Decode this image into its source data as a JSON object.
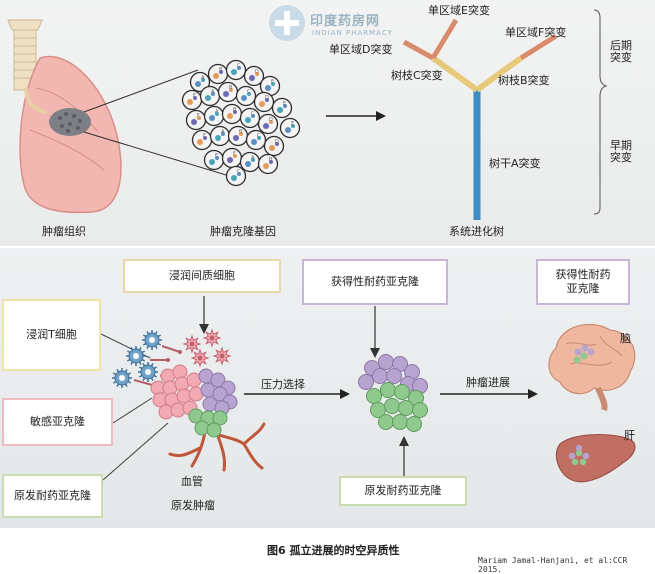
{
  "watermark": {
    "name": "印度药房网",
    "sub": "INDIAN PHARMACY"
  },
  "top": {
    "lung_label": "肿瘤组织",
    "clone_label": "肿瘤克隆基因",
    "tree_label": "系统进化树",
    "branches": {
      "e": "单区域E突变",
      "d": "单区域D突变",
      "f": "单区域F突变",
      "c": "树枝C突变",
      "b": "树枝B突变",
      "a": "树干A突变"
    },
    "late_label": "后期\n突变",
    "early_label": "早期\n突变",
    "cell_letters": [
      "A",
      "B",
      "C",
      "D",
      "E",
      "F"
    ]
  },
  "bottom": {
    "stroma_box": "浸润间质细胞",
    "tcell_box": "浸润T细胞",
    "sensitive_box": "敏感亚克隆",
    "primary_res_box_left": "原发耐药亚克隆",
    "acquired_box": "获得性耐药亚克隆",
    "primary_res_box_mid": "原发耐药亚克隆",
    "acquired_box_right": "获得性耐药\n亚克隆",
    "vessel_label": "血管",
    "primary_tumor_label": "原发肿瘤",
    "pressure_label": "压力选择",
    "progress_label": "肿瘤进展",
    "brain_label": "脑",
    "liver_label": "肝"
  },
  "caption": "图6  孤立进展的时空异质性",
  "credit": "Mariam Jamal-Hanjani, et al:CCR 2015.",
  "colors": {
    "stroma_border": "#e8d9a8",
    "tcell_border": "#efe3a6",
    "sensitive_border": "#f2b9c0",
    "primary_border": "#c9dcae",
    "acquired_border": "#c7b6d6",
    "trunk": "#3d8cc4",
    "branch_c": "#e8c97a",
    "branch_late": "#d98b6b",
    "pink_cell": "#f2a9b1",
    "purple_cell": "#b7a3cf",
    "green_cell": "#8fc98d"
  }
}
